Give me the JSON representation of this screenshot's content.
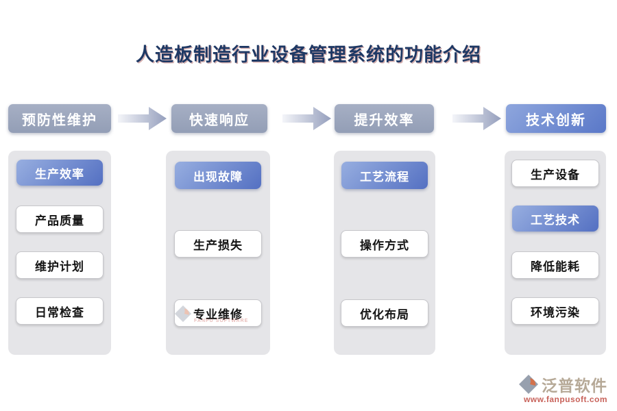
{
  "title": "人造板制造行业设备管理系统的功能介绍",
  "columns": [
    {
      "header": "预防性维护",
      "header_style": "gray",
      "items": [
        {
          "label": "生产效率",
          "style": "blue"
        },
        {
          "label": "产品质量",
          "style": "white"
        },
        {
          "label": "维护计划",
          "style": "white"
        },
        {
          "label": "日常检查",
          "style": "white"
        }
      ]
    },
    {
      "header": "快速响应",
      "header_style": "gray",
      "items": [
        {
          "label": "出现故障",
          "style": "blue"
        },
        {
          "label": "生产损失",
          "style": "white"
        },
        {
          "label": "专业维修",
          "style": "white"
        }
      ]
    },
    {
      "header": "提升效率",
      "header_style": "gray",
      "items": [
        {
          "label": "工艺流程",
          "style": "blue"
        },
        {
          "label": "操作方式",
          "style": "white"
        },
        {
          "label": "优化布局",
          "style": "white"
        }
      ]
    },
    {
      "header": "技术创新",
      "header_style": "blue",
      "items": [
        {
          "label": "生产设备",
          "style": "white"
        },
        {
          "label": "工艺技术",
          "style": "blue"
        },
        {
          "label": "降低能耗",
          "style": "white"
        },
        {
          "label": "环境污染",
          "style": "white"
        }
      ]
    }
  ],
  "watermark": {
    "caption": "FANPU SOFTWARE"
  },
  "logo": {
    "name": "泛普软件",
    "url": "www.fanpusoft.com"
  },
  "colors": {
    "title": "#1e3864",
    "header_gray": "#99a3b9",
    "accent_blue": "#5470c2",
    "panel_gray": "#e5e5e8",
    "arrow_end": "#959fbd",
    "logo_tan": "#b6a997",
    "logo_red": "#c8625a"
  }
}
